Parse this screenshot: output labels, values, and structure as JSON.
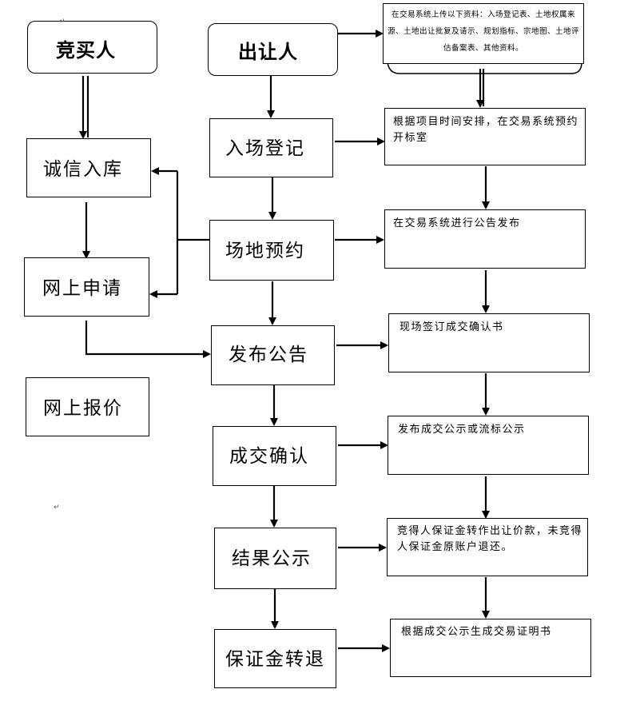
{
  "bidder": {
    "title": "竞买人",
    "steps": [
      "诚信入库",
      "网上申请",
      "网上报价"
    ]
  },
  "seller": {
    "title": "出让人",
    "steps": [
      "入场登记",
      "场地预约",
      "发布公告",
      "成交确认",
      "结果公示",
      "保证金转退"
    ]
  },
  "notes": {
    "upload": "在交易系统上传以下资料：入场登记表、土地权属来源、土地出让批复及请示、规划指标、宗地图、土地评估备案表、其他资料。",
    "n1": "根据项目时间安排，在交易系统预约开标室",
    "n2": "在交易系统进行公告发布",
    "n3": "现场签订成交确认书",
    "n4": "发布成交公示或流标公示",
    "n5": "竞得人保证金转作出让价款，未竞得人保证金原账户退还。",
    "n6": "根据成交公示生成交易证明书"
  },
  "paragraph_mark": "↵"
}
